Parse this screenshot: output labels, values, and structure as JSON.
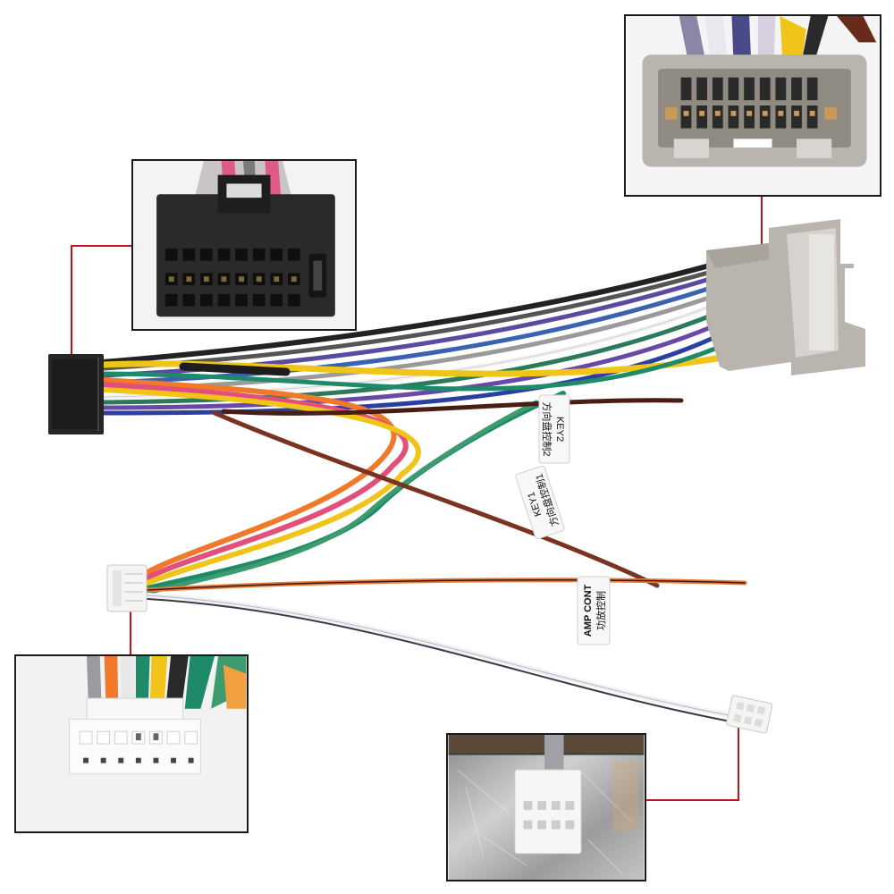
{
  "labels": {
    "key2_code": "KEY2",
    "key2_desc": "方向盘控制2",
    "key1_code": "KEY1",
    "key1_desc": "方向盘控制1",
    "amp_code": "AMP CONT",
    "amp_desc": "功放控制"
  },
  "colors": {
    "callout_line": "#c0141c",
    "inset_border": "#1a1a1a",
    "connector_black": "#262626",
    "connector_grey": "#b9b4ad",
    "connector_white": "#f4f4f2"
  }
}
